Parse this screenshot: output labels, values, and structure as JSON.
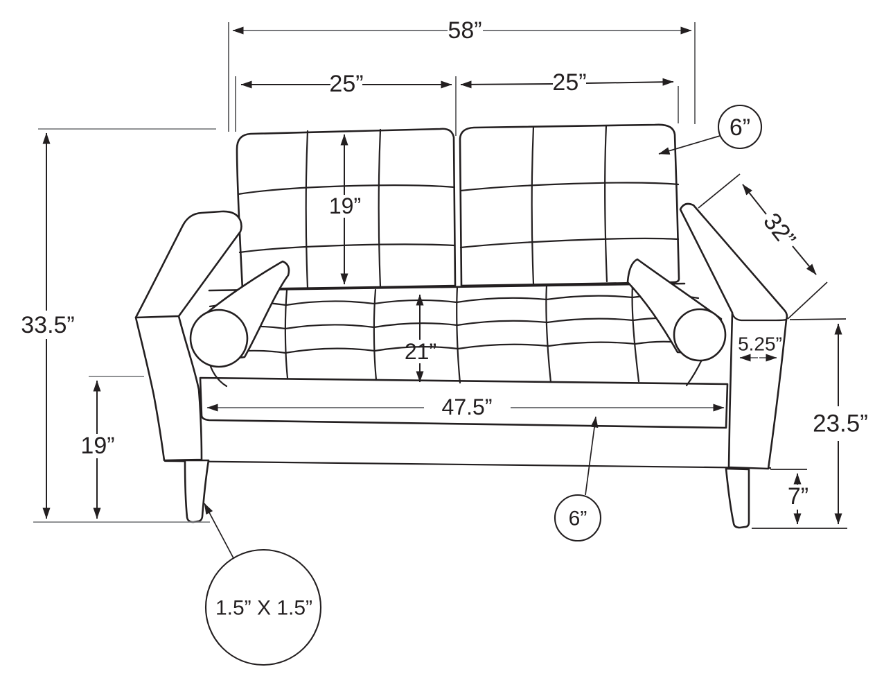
{
  "diagram": {
    "colors": {
      "artwork_line": "#231f20",
      "dimension_line": "#77787b",
      "background": "#ffffff"
    },
    "labels": {
      "overall_width": "58”",
      "back_cushion_left_width": "25”",
      "back_cushion_right_width": "25”",
      "back_cushion_thickness": "6”",
      "back_cushion_height": "19”",
      "depth": "32”",
      "overall_height": "33.5”",
      "seat_cushion_depth": "21”",
      "seat_width": "47.5”",
      "arm_width": "5.25”",
      "arm_height": "23.5”",
      "floor_to_seat_height": "19”",
      "leg_height": "7”",
      "seat_base_thickness": "6”",
      "leg_cross_section": "1.5” X 1.5”"
    }
  }
}
